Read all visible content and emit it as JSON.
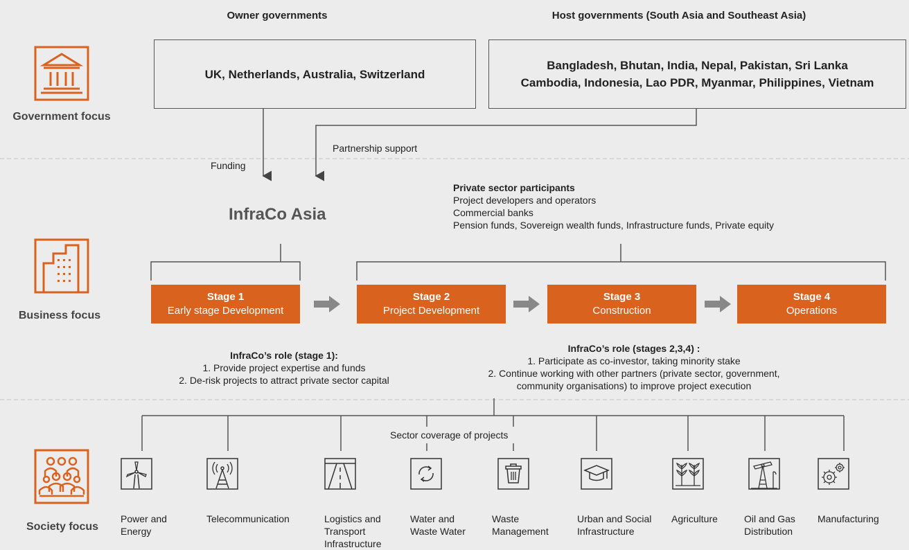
{
  "headers": {
    "owner": "Owner governments",
    "host": "Host governments (South Asia and Southeast Asia)"
  },
  "owner_box": "UK, Netherlands, Australia, Switzerland",
  "host_box": {
    "line1": "Bangladesh, Bhutan, India, Nepal, Pakistan, Sri Lanka",
    "line2": "Cambodia, Indonesia, Lao PDR, Myanmar, Philippines, Vietnam"
  },
  "focus": {
    "government": "Government focus",
    "business": "Business focus",
    "society": "Society focus"
  },
  "flows": {
    "funding": "Funding",
    "partnership": "Partnership support"
  },
  "infraco": "InfraCo Asia",
  "private_sector": {
    "title": "Private sector participants",
    "lines": [
      "Project developers and operators",
      "Commercial banks",
      "Pension funds, Sovereign wealth funds, Infrastructure funds, Private equity"
    ]
  },
  "stages": [
    {
      "title": "Stage 1",
      "subtitle": "Early stage Development"
    },
    {
      "title": "Stage 2",
      "subtitle": "Project Development"
    },
    {
      "title": "Stage 3",
      "subtitle": "Construction"
    },
    {
      "title": "Stage 4",
      "subtitle": "Operations"
    }
  ],
  "role_stage1": {
    "title": "InfraCo’s role (stage 1):",
    "lines": [
      "1. Provide project expertise and funds",
      "2. De-risk projects to attract private sector capital"
    ]
  },
  "role_stages234": {
    "title": "InfraCo’s role (stages 2,3,4) :",
    "lines": [
      "1. Participate as co-investor, taking minority stake",
      "2. Continue working with other partners (private sector, government,",
      "community organisations) to improve project execution"
    ]
  },
  "sector_coverage": "Sector coverage of projects",
  "sectors": [
    {
      "label": "Power and\nEnergy",
      "icon": "wind-turbine-icon"
    },
    {
      "label": "Telecommunication",
      "icon": "antenna-icon"
    },
    {
      "label": "Logistics and\nTransport\nInfrastructure",
      "icon": "road-icon"
    },
    {
      "label": "Water and\nWaste Water",
      "icon": "recycle-icon"
    },
    {
      "label": "Waste\nManagement",
      "icon": "trash-bin-icon"
    },
    {
      "label": "Urban and Social\nInfrastructure",
      "icon": "graduation-cap-icon"
    },
    {
      "label": "Agriculture",
      "icon": "plant-icon"
    },
    {
      "label": "Oil and Gas\nDistribution",
      "icon": "oil-pump-icon"
    },
    {
      "label": "Manufacturing",
      "icon": "gears-icon"
    }
  ],
  "colors": {
    "accent": "#d9631e",
    "background": "#ececec",
    "line": "#555555",
    "arrow": "#888888"
  }
}
